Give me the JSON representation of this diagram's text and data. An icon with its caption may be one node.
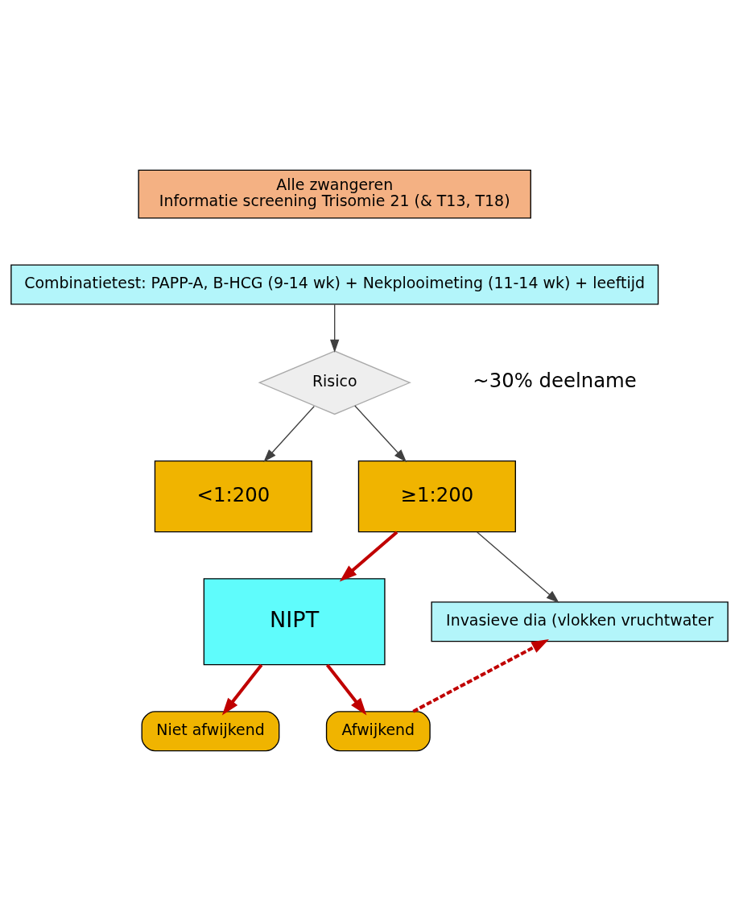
{
  "diagram": {
    "nodes": [
      {
        "text": [
          "Alle zwangeren",
          "Informatie screening Trisomie 21 (& T13, T18)"
        ]
      },
      {
        "text": [
          "Combinatietest: PAPP-A, B-HCG (9-14 wk) + Nekplooimeting (11-14 wk) + leeftijd"
        ]
      },
      {
        "text": [
          "Risico"
        ]
      },
      {
        "text": [
          "<1:200"
        ]
      },
      {
        "text": [
          "≥1:200"
        ]
      },
      {
        "text": [
          "NIPT"
        ]
      },
      {
        "text": [
          "Invasieve dia (vlokken vruchtwater"
        ]
      },
      {
        "text": [
          "Niet afwijkend"
        ]
      },
      {
        "text": [
          "Afwijkend"
        ]
      }
    ],
    "edges": [
      {
        "from": 1,
        "to": 2,
        "arrow": "to"
      },
      {
        "from": 2,
        "to": 3,
        "arrow": "to"
      },
      {
        "from": 2,
        "to": 4,
        "arrow": "to"
      },
      {
        "from": 4,
        "to": 5,
        "arrow": "to",
        "style": "thick",
        "color": "#c00000"
      },
      {
        "from": 4,
        "to": 6,
        "arrow": "to"
      },
      {
        "from": 5,
        "to": 7,
        "arrow": "to",
        "style": "thick",
        "color": "#c00000"
      },
      {
        "from": 5,
        "to": 8,
        "arrow": "to",
        "style": "thick",
        "color": "#c00000"
      },
      {
        "from": 8,
        "to": 6,
        "arrow": "to",
        "style": "dashed",
        "color": "#c00000"
      }
    ],
    "labels": [
      "~30% deelname"
    ]
  }
}
